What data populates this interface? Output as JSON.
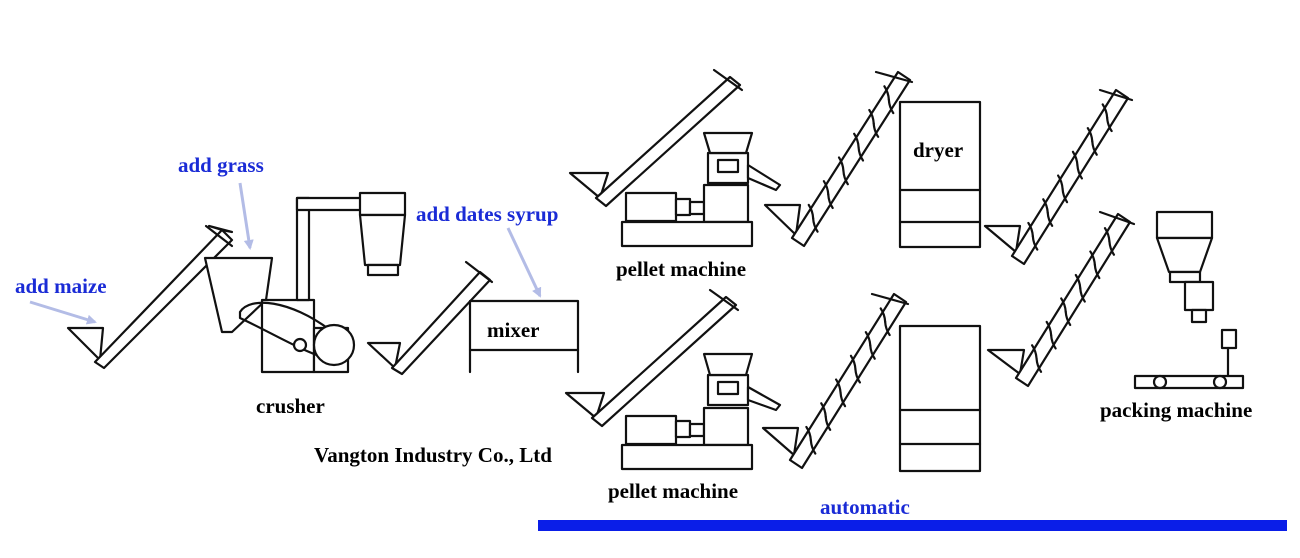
{
  "labels": {
    "add_maize": "add maize",
    "add_grass": "add grass",
    "add_dates_syrup": "add dates syrup",
    "crusher": "crusher",
    "mixer": "mixer",
    "pellet_machine_top": "pellet machine",
    "pellet_machine_bottom": "pellet machine",
    "dryer": "dryer",
    "packing_machine": "packing machine",
    "company": "Vangton Industry Co., Ltd",
    "automatic": "automatic"
  },
  "colors": {
    "annotation_text": "#1a2bd6",
    "annotation_arrow": "#b3bce6",
    "automatic_bar": "#0a1ee8",
    "line_art": "#111111"
  }
}
